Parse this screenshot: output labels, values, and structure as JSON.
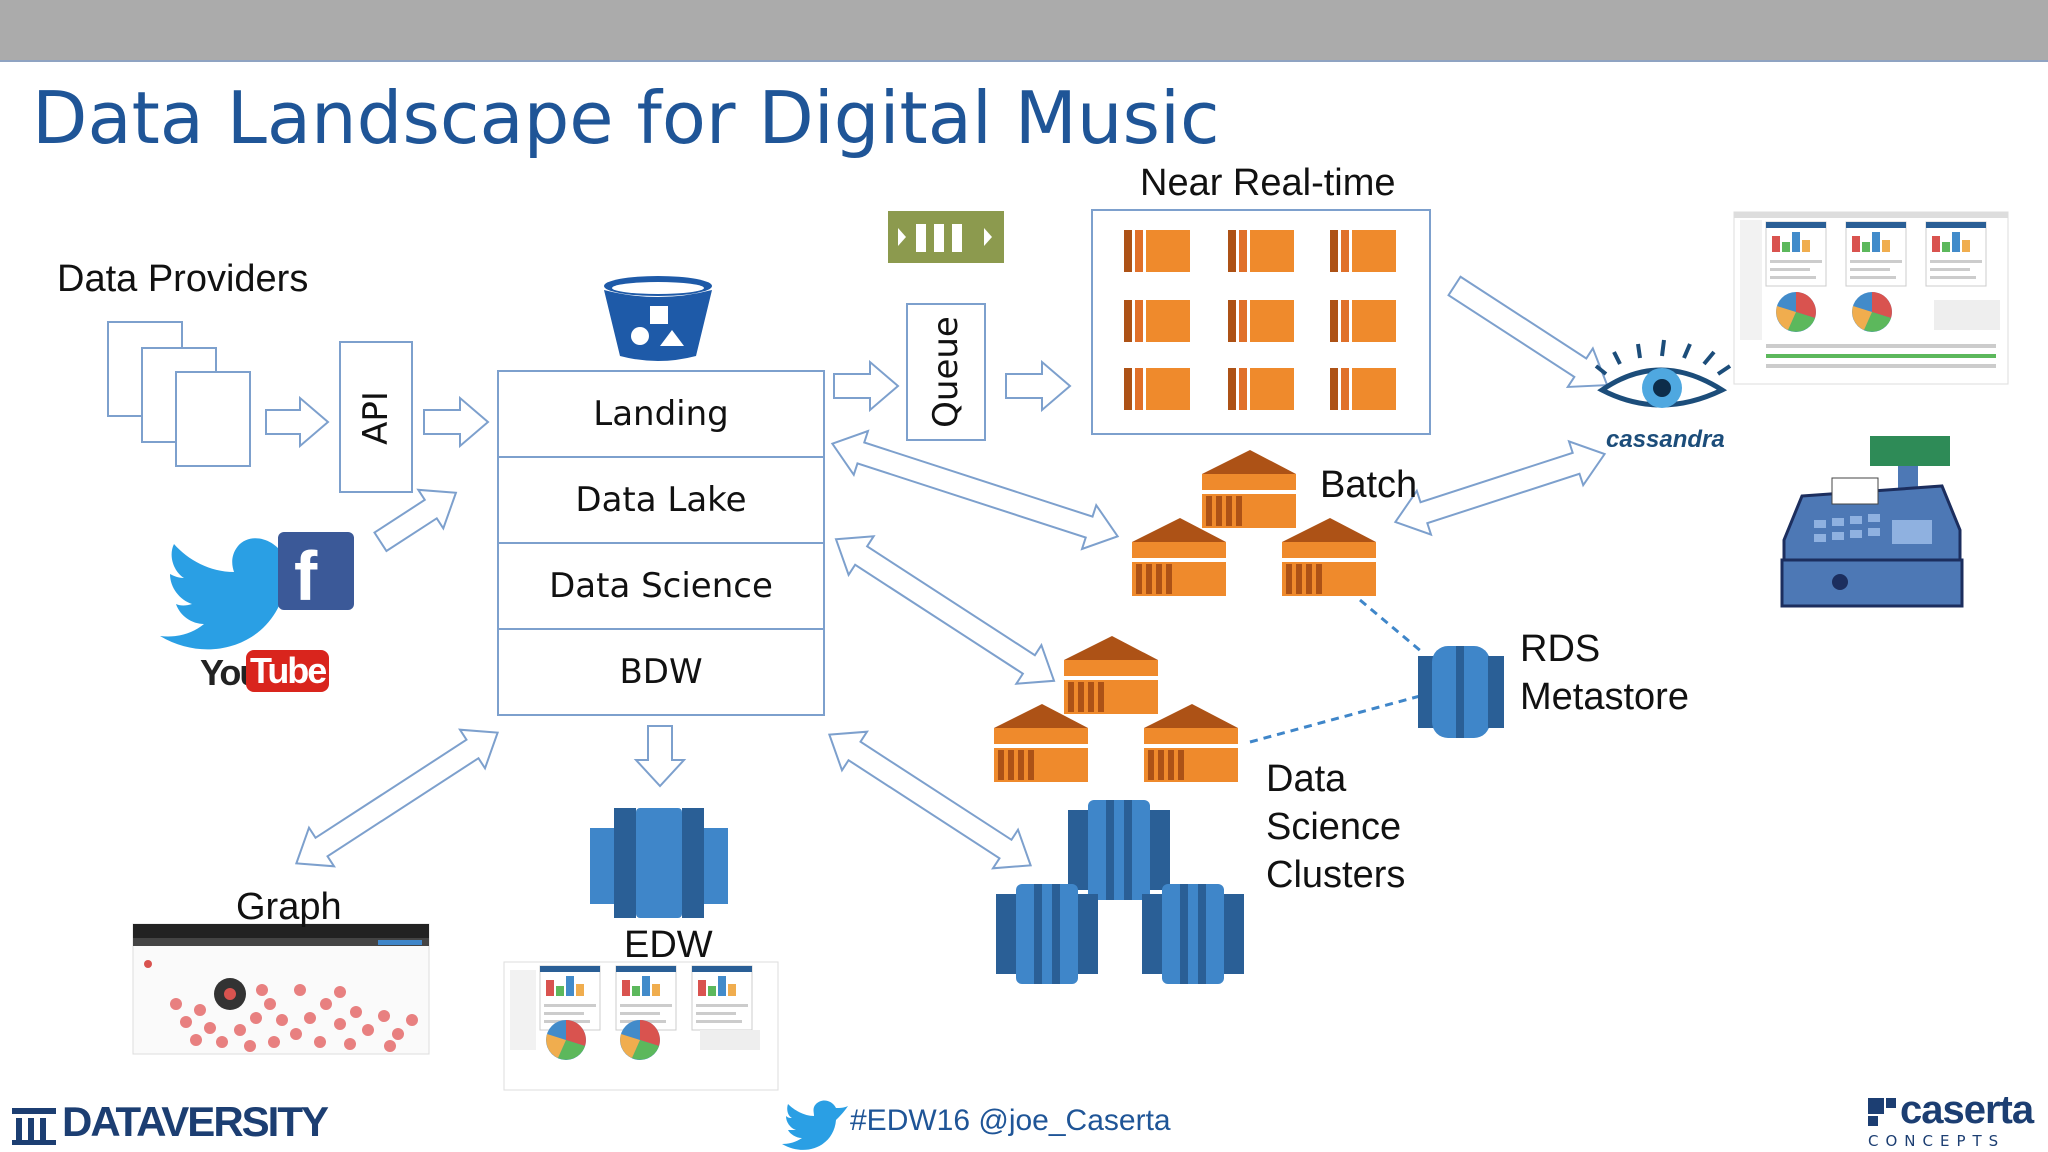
{
  "slide": {
    "title": "Data Landscape for Digital Music"
  },
  "labels": {
    "data_providers": "Data Providers",
    "api": "API",
    "queue": "Queue",
    "near_real_time": "Near Real-time",
    "batch": "Batch",
    "rds_line1": "RDS",
    "rds_line2": "Metastore",
    "dsc_line1": "Data",
    "dsc_line2": "Science",
    "dsc_line3": "Clusters",
    "graph": "Graph",
    "edw": "EDW"
  },
  "stack": {
    "cells": [
      "Landing",
      "Data Lake",
      "Data Science",
      "BDW"
    ]
  },
  "logos": {
    "cassandra": "cassandra",
    "youtube_you": "You",
    "youtube_tube": "Tube",
    "facebook": "f",
    "dataversity": "DATAVERSITY",
    "caserta": "caserta",
    "caserta_sub": "CONCEPTS"
  },
  "footer": {
    "hashtag": "#EDW16 @joe_Caserta"
  },
  "colors": {
    "title_blue": "#1f5597",
    "arrow_blue": "#7da0cd",
    "aws_orange": "#ef8a2c",
    "aws_blue": "#3f86c9",
    "queue_green": "#8c9a4e"
  }
}
